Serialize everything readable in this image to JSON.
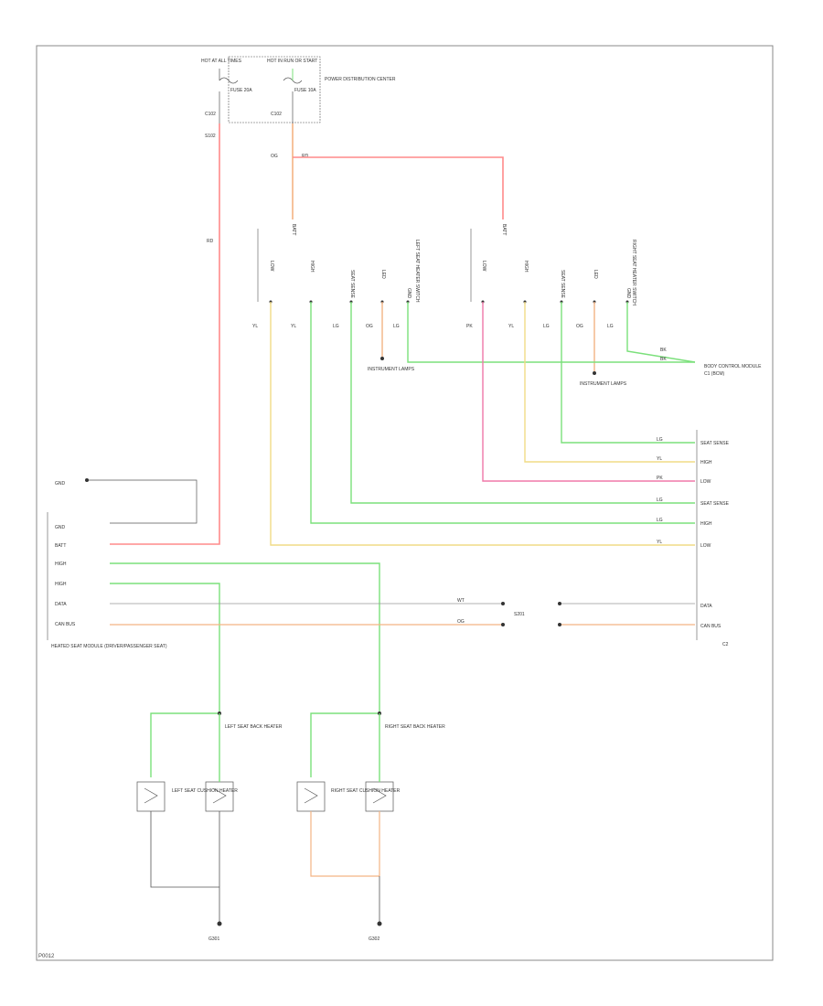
{
  "diagram": {
    "footer_code": "P0012",
    "labels": {
      "hot_all_times": "HOT AT ALL TIMES",
      "hot_run_start": "HOT IN RUN OR START",
      "power_dist_center": "POWER DISTRIBUTION CENTER",
      "fuse_a": "FUSE 20A",
      "fuse_b": "FUSE 10A",
      "splice_main": "S102",
      "left_seat_sw": "LEFT SEAT HEATER SWITCH",
      "right_seat_sw": "RIGHT SEAT HEATER SWITCH",
      "instrument_lamps_a": "INSTRUMENT LAMPS",
      "instrument_lamps_b": "INSTRUMENT LAMPS",
      "body_control": "BODY CONTROL MODULE",
      "heated_seat_module": "HEATED SEAT MODULE (DRIVER/PASSENGER SEAT)",
      "seat_back_left": "LEFT SEAT BACK HEATER",
      "seat_cush_left": "LEFT SEAT CUSHION HEATER",
      "seat_back_right": "RIGHT SEAT BACK HEATER",
      "seat_cush_right": "RIGHT SEAT CUSHION HEATER",
      "ground_a": "G301",
      "ground_b": "G302",
      "conn_bcm": "C1 (BCM)",
      "conn_mod": "C2",
      "term_seat_sense": "SEAT SENSE",
      "term_lo": "LOW",
      "term_hi": "HIGH",
      "term_led": "LED",
      "term_batt": "BATT",
      "term_gnd": "GND",
      "term_data": "DATA",
      "term_can": "CAN BUS",
      "wire_rd": "RD",
      "wire_lg": "LG",
      "wire_yl": "YL",
      "wire_pk": "PK",
      "wire_bk": "BK",
      "wire_og": "OG",
      "wire_wt": "WT",
      "splice_can": "S201"
    }
  },
  "colors": {
    "red": "#ff8a8a",
    "green": "#7be07b",
    "yellow": "#f1dc85",
    "orange": "#f3b384",
    "pink": "#f078a8",
    "black": "#333333",
    "gray": "#999999"
  }
}
